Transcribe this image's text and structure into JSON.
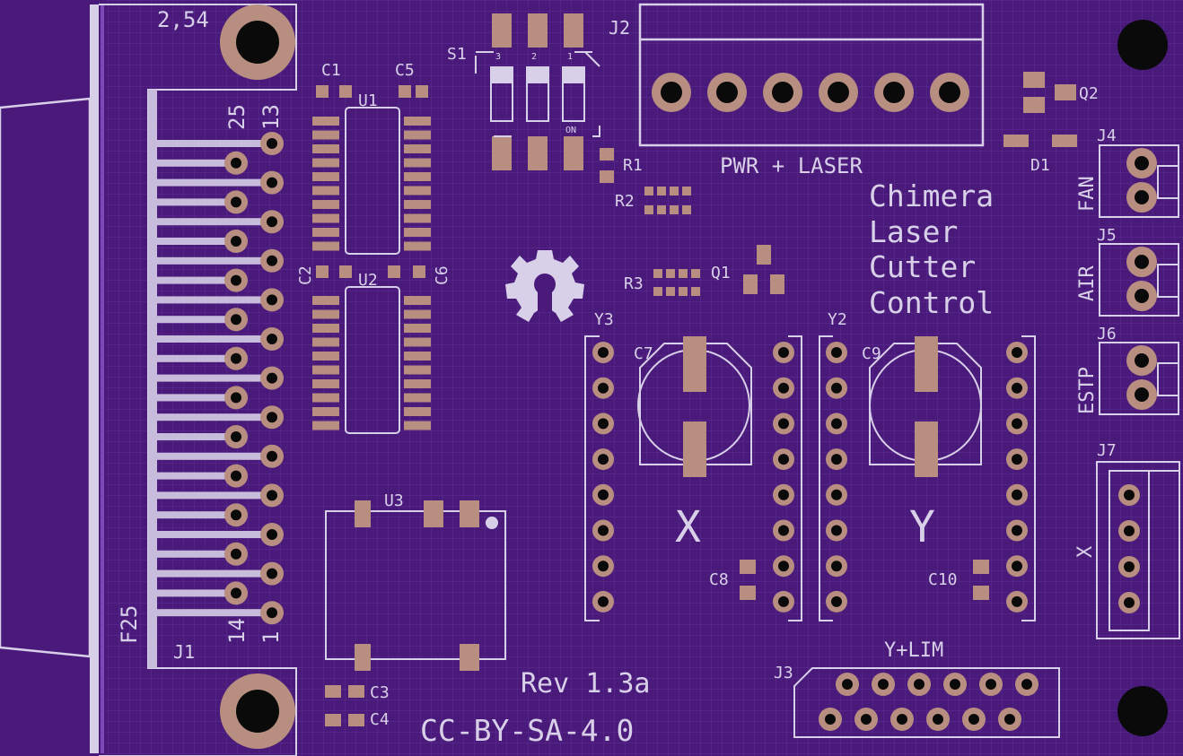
{
  "board": {
    "title_lines": [
      "Chimera",
      "Laser",
      "Cutter",
      "Control"
    ],
    "revision": "Rev 1.3a",
    "license": "CC-BY-SA-4.0",
    "pitch_label": "2,54",
    "colors": {
      "board": "#4a1a7a",
      "copper": "#5a2a94",
      "trace": "#6b3aa8",
      "pad": "#b88e80",
      "silk": "#d8d0e8",
      "drill": "#0a0a0a",
      "outline": "#c8bcdc"
    }
  },
  "labels": {
    "J1": "J1",
    "J2": "J2",
    "J3": "J3",
    "J4": "J4",
    "J5": "J5",
    "J6": "J6",
    "J7": "J7",
    "U1": "U1",
    "U2": "U2",
    "U3": "U3",
    "C1": "C1",
    "C2": "C2",
    "C3": "C3",
    "C4": "C4",
    "C5": "C5",
    "C6": "C6",
    "C7": "C7",
    "C8": "C8",
    "C9": "C9",
    "C10": "C10",
    "R1": "R1",
    "R2": "R2",
    "R3": "R3",
    "Q1": "Q1",
    "Q2": "Q2",
    "D1": "D1",
    "S1": "S1",
    "Y2": "Y2",
    "Y3": "Y3",
    "axis_x": "X",
    "axis_y": "Y",
    "pwr_laser": "PWR + LASER",
    "fan": "FAN",
    "air": "AIR",
    "estp": "ESTP",
    "j7_axis": "X",
    "ylim": "Y+LIM",
    "f25": "F25",
    "pin25": "25",
    "pin13": "13",
    "pin14": "14",
    "pin1": "1",
    "sw3": "3",
    "sw2": "2",
    "sw1": "1",
    "sw_on": "ON"
  }
}
